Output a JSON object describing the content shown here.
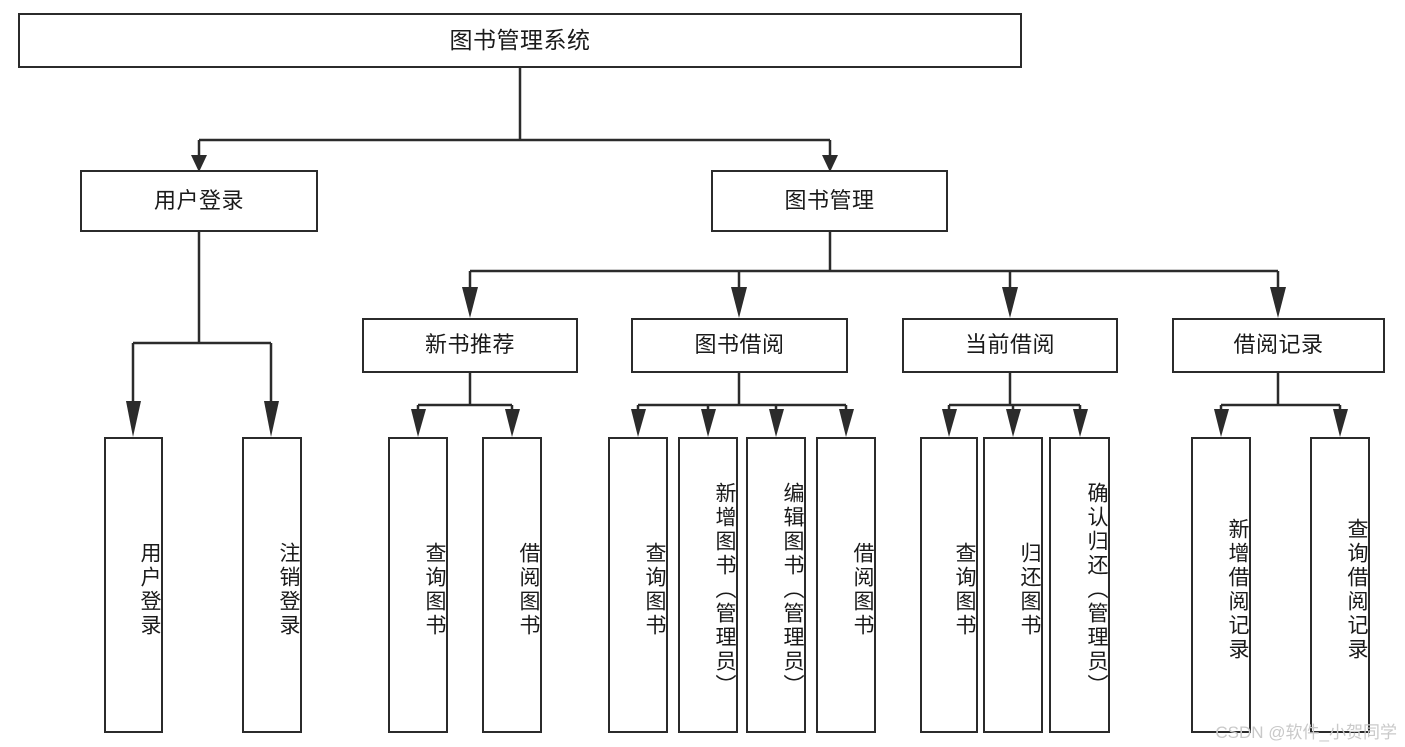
{
  "diagram": {
    "title": "图书管理系统",
    "type": "tree",
    "watermark": "CSDN @软件_小贺同学",
    "colors": {
      "stroke": "#2b2b2b",
      "fill": "#ffffff",
      "text": "#1a1a1a",
      "watermark": "#c9c9c9"
    },
    "root": {
      "label": "图书管理系统"
    },
    "level2": [
      {
        "id": "user-login",
        "label": "用户登录"
      },
      {
        "id": "book-manage",
        "label": "图书管理"
      }
    ],
    "level3": [
      {
        "id": "new-book-recommend",
        "label": "新书推荐"
      },
      {
        "id": "book-borrow",
        "label": "图书借阅"
      },
      {
        "id": "current-borrow",
        "label": "当前借阅"
      },
      {
        "id": "borrow-record",
        "label": "借阅记录"
      }
    ],
    "leaves": {
      "user-login": [
        {
          "id": "leaf-user-login",
          "label": "用户登录"
        },
        {
          "id": "leaf-logout",
          "label": "注销登录"
        }
      ],
      "new-book-recommend": [
        {
          "id": "leaf-query-book-1",
          "label": "查询图书"
        },
        {
          "id": "leaf-borrow-book-1",
          "label": "借阅图书"
        }
      ],
      "book-borrow": [
        {
          "id": "leaf-query-book-2",
          "label": "查询图书"
        },
        {
          "id": "leaf-add-book",
          "label": "新增图书（管理员）"
        },
        {
          "id": "leaf-edit-book",
          "label": "编辑图书（管理员）"
        },
        {
          "id": "leaf-borrow-book-2",
          "label": "借阅图书"
        }
      ],
      "current-borrow": [
        {
          "id": "leaf-query-book-3",
          "label": "查询图书"
        },
        {
          "id": "leaf-return-book",
          "label": "归还图书"
        },
        {
          "id": "leaf-confirm-return",
          "label": "确认归还（管理员）"
        }
      ],
      "borrow-record": [
        {
          "id": "leaf-add-record",
          "label": "新增借阅记录"
        },
        {
          "id": "leaf-query-record",
          "label": "查询借阅记录"
        }
      ]
    }
  }
}
